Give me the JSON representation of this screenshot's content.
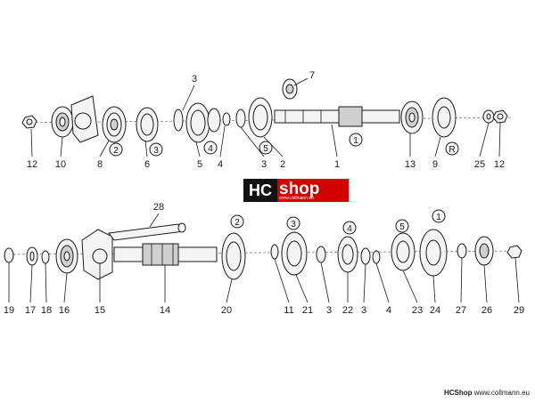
{
  "logo": {
    "left": "HC",
    "right": "shop",
    "sub": "www.collmann.eu"
  },
  "footer": {
    "brand": "HCShop",
    "url": "www.collmann.eu"
  },
  "top_labels": [
    "12",
    "10",
    "8",
    "6",
    "5",
    "4",
    "3",
    "2",
    "1",
    "13",
    "9",
    "25",
    "12",
    "3",
    "7"
  ],
  "top_circled": [
    "2",
    "3",
    "4",
    "5",
    "1",
    "R"
  ],
  "bottom_labels": [
    "19",
    "17",
    "18",
    "16",
    "15",
    "14",
    "20",
    "11",
    "21",
    "3",
    "22",
    "3",
    "4",
    "23",
    "24",
    "27",
    "26",
    "29",
    "28"
  ],
  "bottom_circled": [
    "2",
    "3",
    "4",
    "5",
    "1"
  ]
}
